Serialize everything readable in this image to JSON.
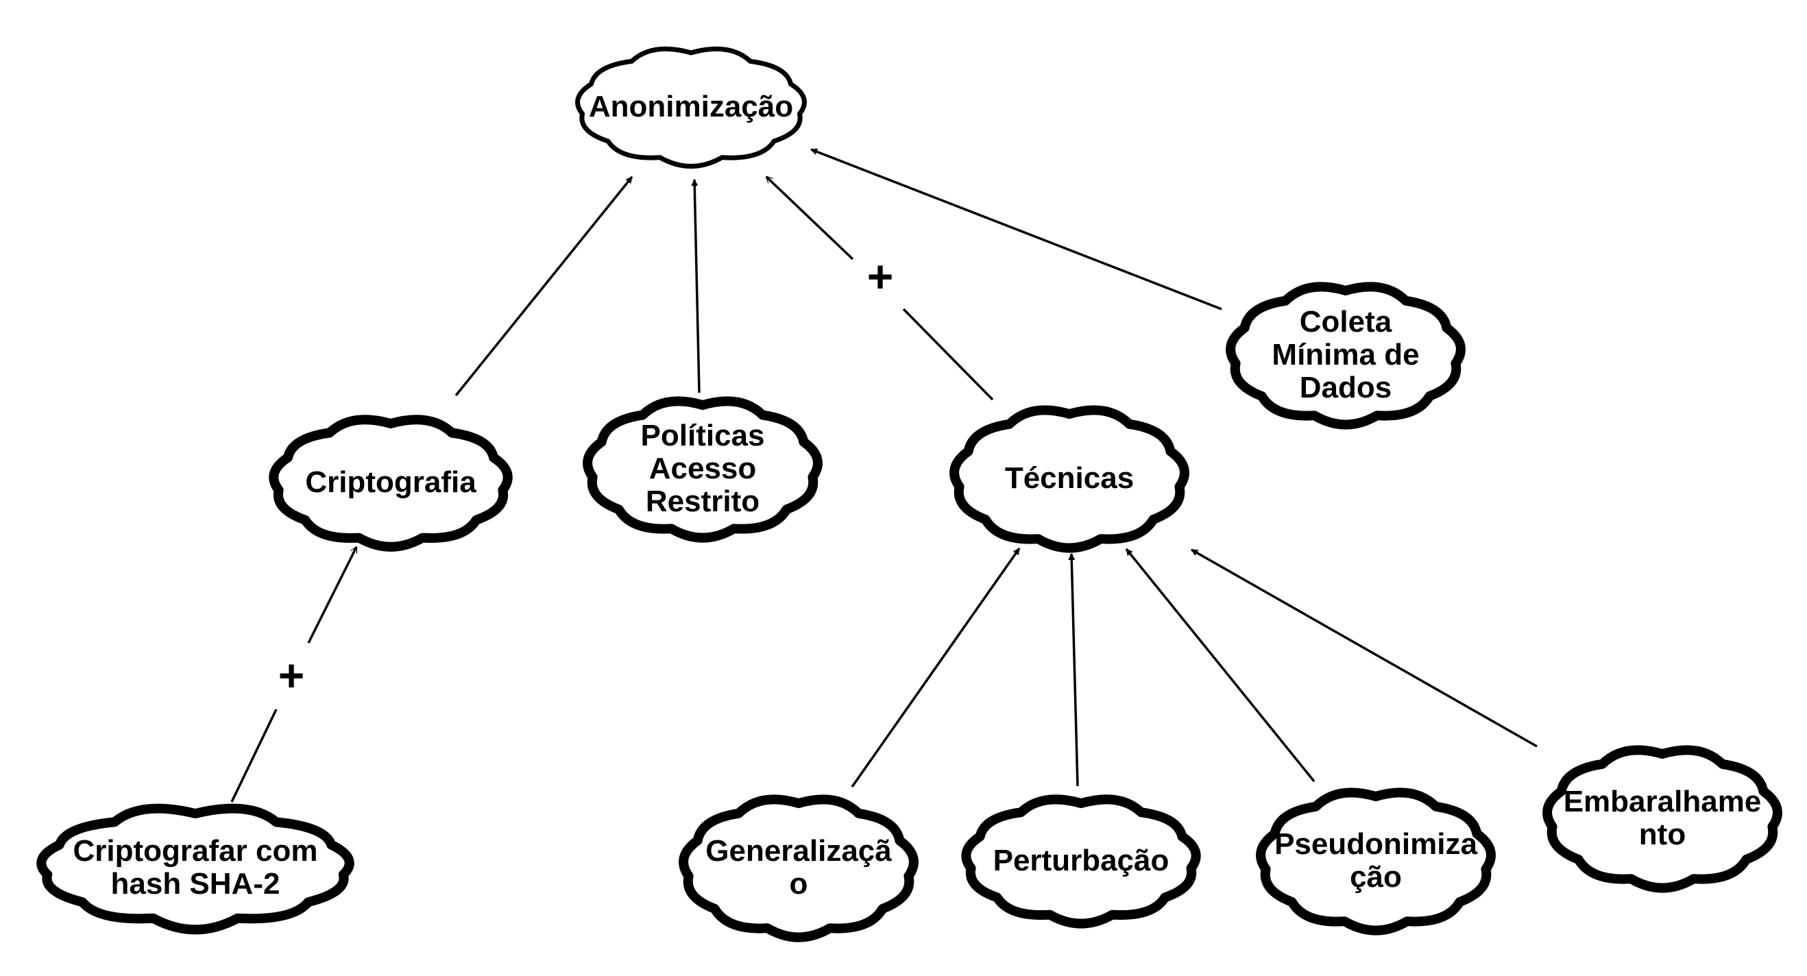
{
  "goals": {
    "anonimizacao": "Anonimização",
    "criptografia": "Criptografia",
    "politicas": [
      "Políticas",
      "Acesso",
      "Restrito"
    ],
    "tecnicas": "Técnicas",
    "coleta": [
      "Coleta",
      "Mínima de",
      "Dados"
    ],
    "criptografar": [
      "Criptografar com",
      "hash SHA-2"
    ],
    "generalizacao": [
      "Generalizaçã",
      "o"
    ],
    "perturbacao": "Perturbação",
    "pseudonimizacao": [
      "Pseudonimiza",
      "ção"
    ],
    "embaralhamento": [
      "Embaralhame",
      "nto"
    ]
  },
  "contributions": {
    "tecnicas_to_anonimizacao": "+",
    "criptografar_to_criptografia": "+"
  },
  "colors": {
    "stroke": "#000000",
    "fill": "#ffffff"
  }
}
